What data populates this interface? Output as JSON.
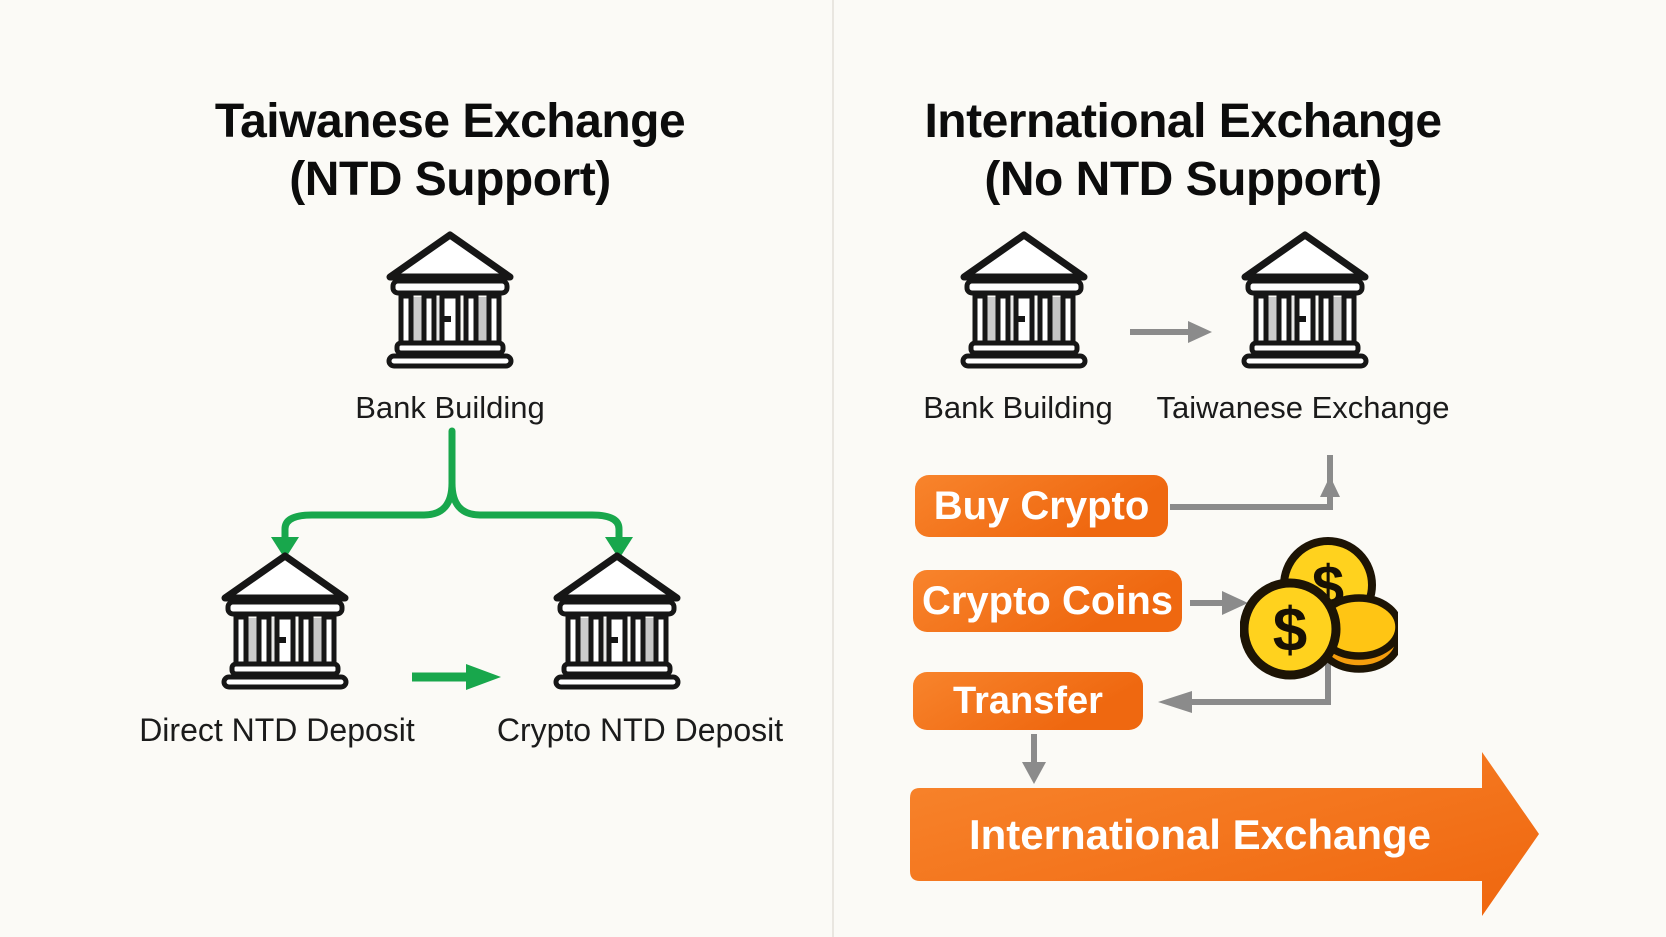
{
  "left_panel": {
    "title_line1": "Taiwanese Exchange",
    "title_line2": "(NTD Support)",
    "bank_label": "Bank Building",
    "direct_label": "Direct NTD Deposit",
    "crypto_label": "Crypto NTD Deposit"
  },
  "right_panel": {
    "title_line1": "International Exchange",
    "title_line2": "(No NTD Support)",
    "bank_label": "Bank Building",
    "exchange_label": "Taiwanese Exchange",
    "steps": [
      {
        "label": "Buy Crypto"
      },
      {
        "label": "Crypto Coins"
      },
      {
        "label": "Transfer"
      }
    ],
    "banner_label": "International Exchange"
  },
  "icons": {
    "bank": "bank-building-icon",
    "coins": "crypto-coins-icon",
    "coin_symbol": "$"
  },
  "colors": {
    "background": "#fbfaf6",
    "flow_green": "#18a74c",
    "connector_gray": "#8b8b8b",
    "accent_orange": "#f3701a",
    "coin_gold": "#ffd21e",
    "outline_black": "#161616"
  }
}
